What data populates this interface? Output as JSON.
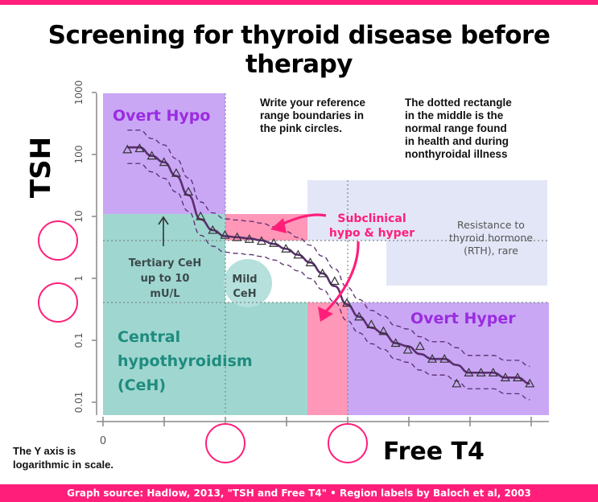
{
  "title": "Screening for thyroid disease before therapy",
  "footer": "Graph source: Hadlow, 2013, \"TSH and Free T4\" • Region labels by Baloch et al, 2003",
  "notes": {
    "reference": [
      "Write your reference",
      "range boundaries in",
      "the pink circles."
    ],
    "dotted": [
      "The dotted rectangle",
      "in the middle is the",
      "normal range found",
      "in health and during",
      "nonthyroidal illness"
    ],
    "log_scale": [
      "The Y axis is",
      "logarithmic in scale."
    ]
  },
  "colors": {
    "accent": "#ff1f7a",
    "hypo_purple": "#c9a7f5",
    "central_teal": "#9fd6d0",
    "subclinical_pink": "#ff97b8",
    "rth_blue": "#e3e6f7",
    "label_purple": "#9b2ce0",
    "label_teal": "#1e8c7e",
    "curve": "#5a2d6e"
  },
  "chart_data": {
    "type": "line",
    "ylabel": "TSH",
    "xlabel": "Free T4",
    "yscale": "log",
    "ylim": [
      0.005,
      1000
    ],
    "yticks": [
      "1000",
      "100",
      "10",
      "1",
      "0.1",
      "0.01"
    ],
    "xticks": [
      "0"
    ],
    "regions": [
      {
        "name": "Overt Hypo"
      },
      {
        "name": "Tertiary CeH",
        "label": [
          "Tertiary CeH",
          "up to 10",
          "mU/L"
        ]
      },
      {
        "name": "Mild CeH",
        "label": [
          "Mild",
          "CeH"
        ]
      },
      {
        "name": "Central hypothyroidism",
        "label": [
          "Central",
          "hypothyroidism",
          "(CeH)"
        ]
      },
      {
        "name": "Subclinical",
        "label": [
          "Subclinical",
          "hypo & hyper"
        ]
      },
      {
        "name": "RTH",
        "label": [
          "Resistance to",
          "thyroid hormone",
          "(RTH), rare"
        ]
      },
      {
        "name": "Overt Hyper"
      }
    ],
    "series": [
      {
        "x": [
          1.0,
          1.5,
          2.0,
          2.5,
          3.0,
          3.5,
          4.0,
          4.5,
          5.0,
          5.5,
          6.0,
          6.5,
          7.0,
          7.5,
          8.0,
          8.5,
          9.0,
          9.5,
          10.0,
          10.5,
          11.0,
          11.5,
          12.0,
          12.5,
          13.0,
          13.5,
          14.0,
          14.5,
          15.0,
          15.5,
          16.0,
          16.5,
          17.0,
          17.5
        ],
        "values": [
          130,
          130,
          95,
          75,
          45,
          22,
          9,
          6,
          4.8,
          4.6,
          4.4,
          4.1,
          3.6,
          3.0,
          2.4,
          1.8,
          1.2,
          0.75,
          0.38,
          0.24,
          0.16,
          0.13,
          0.09,
          0.08,
          0.06,
          0.05,
          0.05,
          0.04,
          0.03,
          0.03,
          0.03,
          0.025,
          0.025,
          0.02
        ]
      }
    ],
    "markers": [
      [
        1.0,
        120
      ],
      [
        1.5,
        125
      ],
      [
        2.0,
        95
      ],
      [
        2.5,
        75
      ],
      [
        3.0,
        50
      ],
      [
        3.5,
        25
      ],
      [
        4.0,
        10
      ],
      [
        4.5,
        6
      ],
      [
        5.0,
        5
      ],
      [
        5.5,
        4.6
      ],
      [
        6.0,
        4.3
      ],
      [
        6.5,
        4.0
      ],
      [
        7.0,
        3.7
      ],
      [
        7.5,
        3.0
      ],
      [
        8.0,
        2.4
      ],
      [
        8.5,
        1.8
      ],
      [
        9.0,
        1.2
      ],
      [
        9.5,
        0.9
      ],
      [
        10.0,
        0.4
      ],
      [
        10.5,
        0.24
      ],
      [
        11.0,
        0.18
      ],
      [
        11.5,
        0.14
      ],
      [
        12.0,
        0.09
      ],
      [
        12.5,
        0.07
      ],
      [
        13.0,
        0.08
      ],
      [
        13.5,
        0.05
      ],
      [
        14.0,
        0.05
      ],
      [
        14.5,
        0.02
      ],
      [
        15.0,
        0.03
      ],
      [
        15.5,
        0.03
      ],
      [
        16.0,
        0.03
      ],
      [
        16.5,
        0.025
      ],
      [
        17.0,
        0.025
      ],
      [
        17.5,
        0.02
      ]
    ]
  }
}
